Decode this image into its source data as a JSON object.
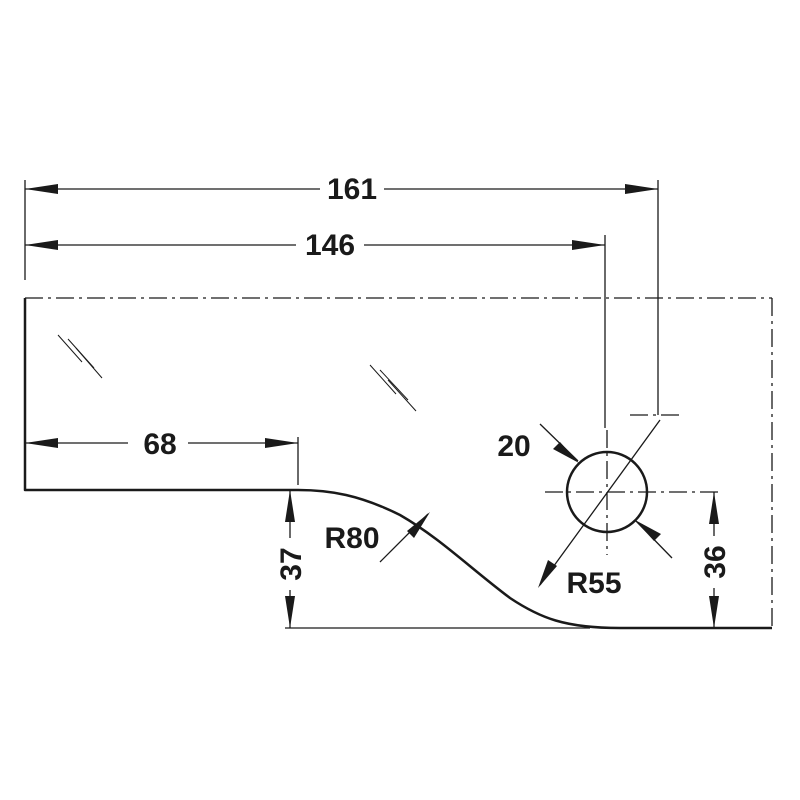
{
  "dimensions": {
    "overall_width": "161",
    "hole_center_distance": "146",
    "straight_edge_length": "68",
    "step_height": "37",
    "hole_diameter": "20",
    "hole_height": "36",
    "large_radius": "R80",
    "small_radius": "R55"
  },
  "colors": {
    "line": "#1a1a1a",
    "background": "#ffffff"
  }
}
